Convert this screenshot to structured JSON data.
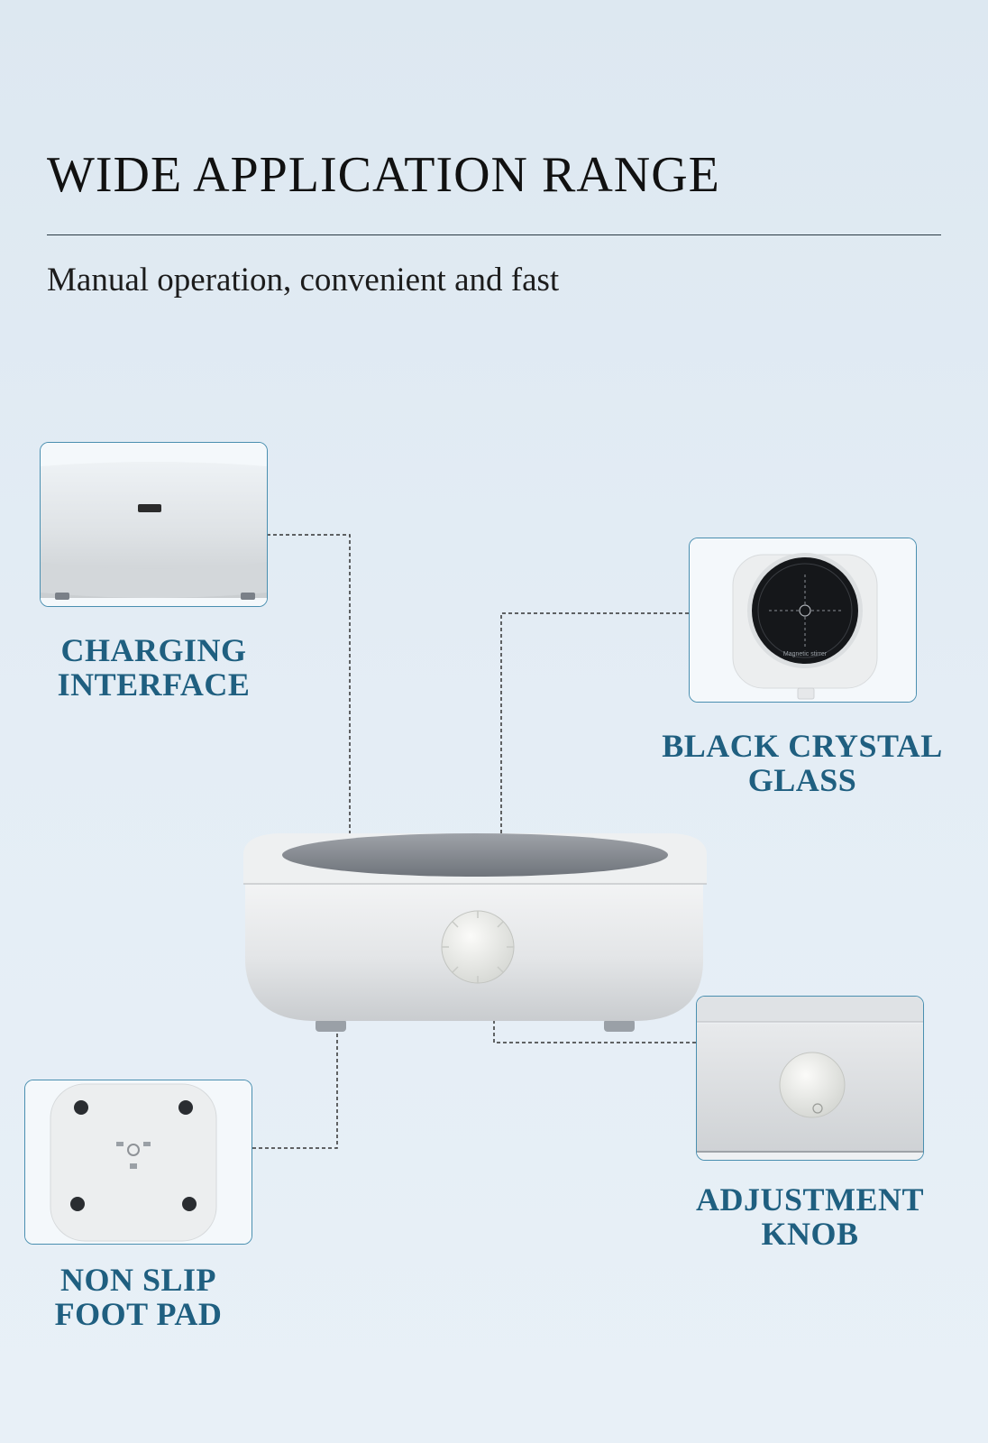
{
  "header": {
    "title": "WIDE APPLICATION RANGE",
    "subtitle": "Manual operation, convenient and fast"
  },
  "callouts": {
    "charging": {
      "line1": "CHARGING",
      "line2": "INTERFACE"
    },
    "glass": {
      "line1": "BLACK CRYSTAL",
      "line2": "GLASS"
    },
    "knob": {
      "line1": "ADJUSTMENT",
      "line2": "KNOB"
    },
    "footpad": {
      "line1": "NON SLIP",
      "line2": "FOOT PAD"
    }
  },
  "product": {
    "top_print": "Magnetic stirrer"
  },
  "colors": {
    "label": "#1f5f80",
    "box_border": "#4a8fb0",
    "background": "#e4edf5"
  }
}
